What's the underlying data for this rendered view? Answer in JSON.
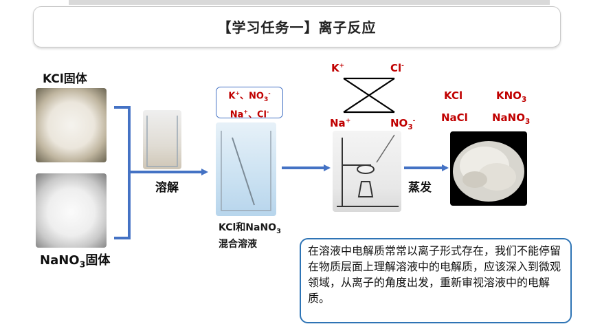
{
  "title": "【学习任务一】离子反应",
  "kcl_label_main": "KCl",
  "kcl_label_suffix": "固体",
  "nano3_label_pre": "NaNO",
  "nano3_label_sub": "3",
  "nano3_label_suffix": "固体",
  "dissolve_label": "溶解",
  "ion_box": {
    "line1_pre": "K",
    "line1_sup": "+",
    "line1_mid": "、NO",
    "line1_sub": "3",
    "line1_sup2": "-",
    "line2_pre": "Na",
    "line2_sup": "+",
    "line2_mid": "、Cl",
    "line2_sup2": "-"
  },
  "mixture_label_line1_pre": "KCl和NaNO",
  "mixture_label_line1_sub": "3",
  "mixture_label_line2": "混合溶液",
  "ions_cross": {
    "k": "K",
    "k_sup": "+",
    "cl": "Cl",
    "cl_sup": "-",
    "na": "Na",
    "na_sup": "+",
    "no3": "NO",
    "no3_sub": "3",
    "no3_sup": "-"
  },
  "evaporate_label": "蒸发",
  "products": {
    "kcl": "KCl",
    "kno3_pre": "KNO",
    "kno3_sub": "3",
    "nacl": "NaCl",
    "nano3_pre": "NaNO",
    "nano3_sub": "3"
  },
  "note_text": "在溶液中电解质常常以离子形式存在，我们不能停留在物质层面上理解溶液中的电解质，应该深入到微观领域，从离子的角度出发，重新审视溶液中的电解质。",
  "note_end": "。",
  "colors": {
    "accent_blue": "#4472c4",
    "ion_red": "#c00000",
    "note_border": "#2e74b5"
  }
}
